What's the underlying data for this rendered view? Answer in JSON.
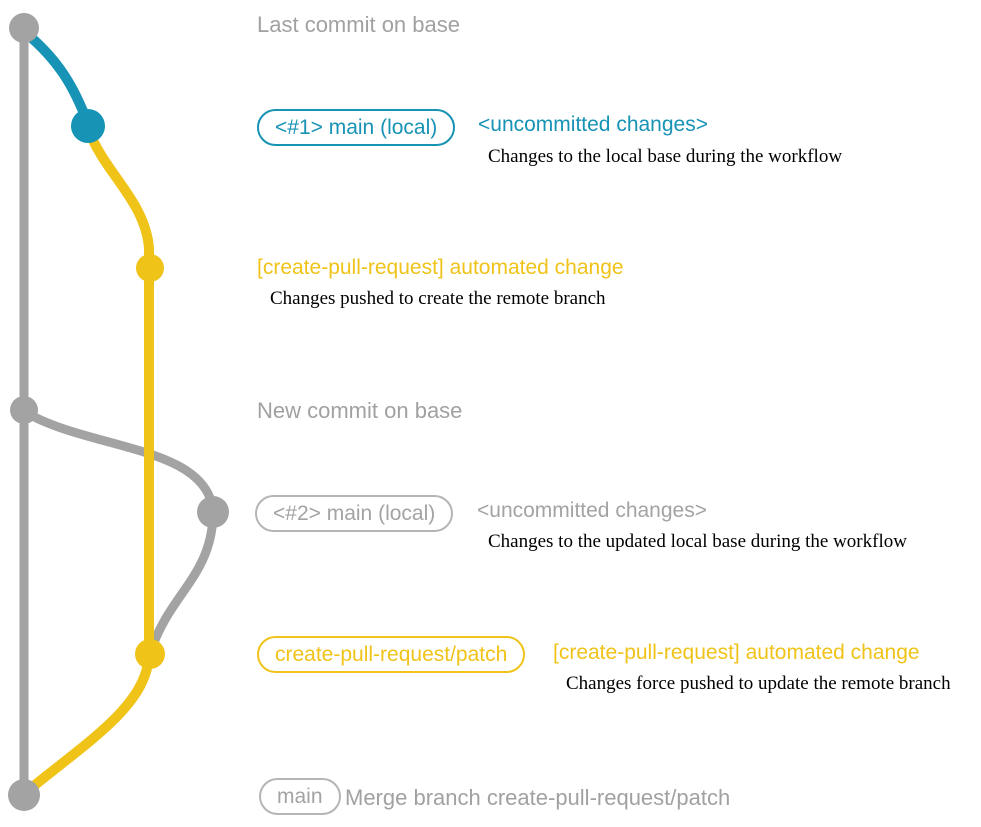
{
  "colors": {
    "base_gray": "#a3a3a3",
    "local_blue": "#1793b5",
    "patch_yellow": "#f0c319",
    "heading_gray": "#a1a1a1",
    "description_black": "#000000"
  },
  "annotations": {
    "top": {
      "label": "Last commit on base"
    },
    "uncommitted1": {
      "badge": "<#1> main (local)",
      "title": "<uncommitted changes>",
      "description": "Changes to the local base during the workflow"
    },
    "pushed": {
      "title": "[create-pull-request] automated change",
      "description": "Changes pushed to create the remote branch"
    },
    "new_commit": {
      "label": "New commit on base"
    },
    "uncommitted2": {
      "badge": "<#2> main (local)",
      "title": "<uncommitted changes>",
      "description": "Changes to the updated local base during the workflow"
    },
    "force_pushed": {
      "badge": "create-pull-request/patch",
      "title": "[create-pull-request] automated change",
      "description": "Changes force pushed to update the remote branch"
    },
    "merge": {
      "badge": "main",
      "title": "Merge branch create-pull-request/patch"
    }
  }
}
